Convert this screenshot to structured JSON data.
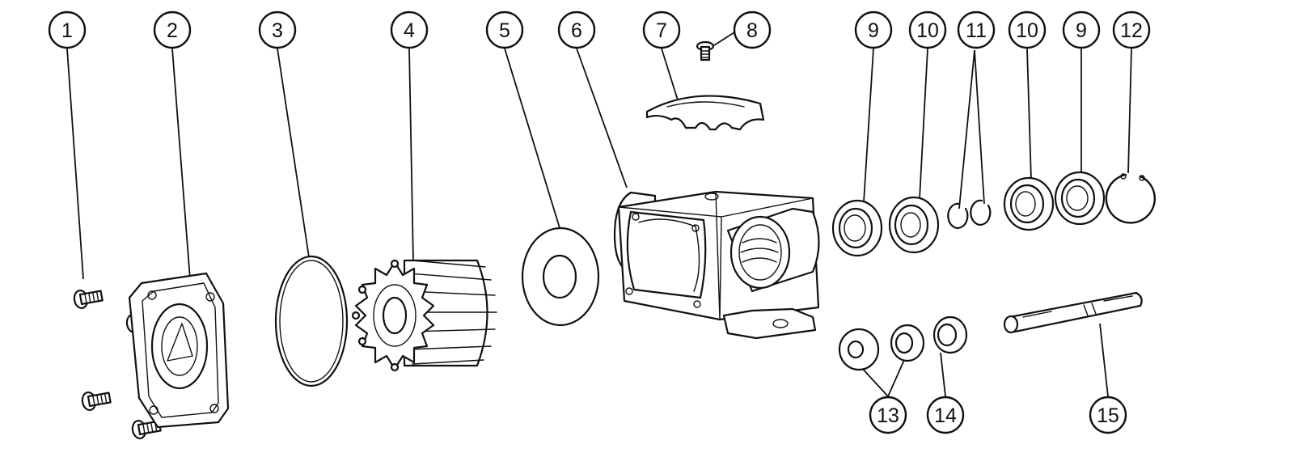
{
  "diagram": {
    "type": "exploded-view parts diagram",
    "callouts": [
      {
        "id": "c1",
        "label": "1"
      },
      {
        "id": "c2",
        "label": "2"
      },
      {
        "id": "c3",
        "label": "3"
      },
      {
        "id": "c4",
        "label": "4"
      },
      {
        "id": "c5",
        "label": "5"
      },
      {
        "id": "c6",
        "label": "6"
      },
      {
        "id": "c7",
        "label": "7"
      },
      {
        "id": "c8",
        "label": "8"
      },
      {
        "id": "c9a",
        "label": "9"
      },
      {
        "id": "c10a",
        "label": "10"
      },
      {
        "id": "c11",
        "label": "11"
      },
      {
        "id": "c10b",
        "label": "10"
      },
      {
        "id": "c9b",
        "label": "9"
      },
      {
        "id": "c12",
        "label": "12"
      },
      {
        "id": "c13",
        "label": "13"
      },
      {
        "id": "c14",
        "label": "14"
      },
      {
        "id": "c15",
        "label": "15"
      }
    ],
    "colors": {
      "line": "#111111",
      "background": "#ffffff"
    }
  }
}
